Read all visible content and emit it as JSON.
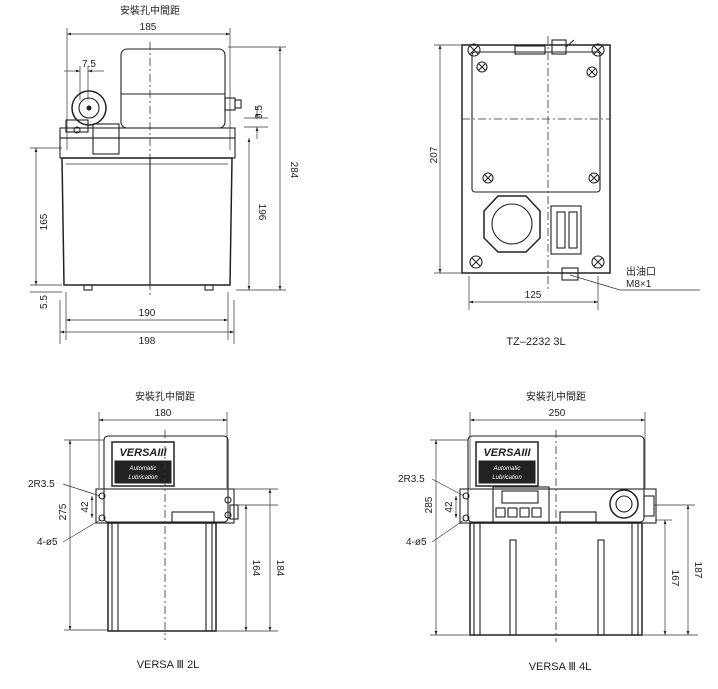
{
  "drawing_1": {
    "top_label": "安裝孔中間距",
    "dims": {
      "top_width": "185",
      "offset_left": "7.5",
      "offset_right": "9.5",
      "height_total": "284",
      "height_tank": "196",
      "height_left": "165",
      "foot_height": "5.5",
      "base_inner": "190",
      "base_outer": "198"
    }
  },
  "drawing_2": {
    "dims": {
      "height": "207",
      "width": "125"
    },
    "outlet_label": "出油口",
    "outlet_spec": "M8×1",
    "caption": "TZ–2232 3L"
  },
  "drawing_3": {
    "top_label": "安裝孔中間距",
    "dims": {
      "width": "180",
      "radius": "2R3.5",
      "side_left": "275",
      "hole_spacing": "42",
      "holes": "4-ø5",
      "height_tank": "164",
      "height_total": "184"
    },
    "brand": "VERSAIII",
    "label_line1": "Automatic",
    "label_line2": "Lubrication",
    "caption": "VERSA Ⅲ 2L"
  },
  "drawing_4": {
    "top_label": "安裝孔中間距",
    "dims": {
      "width": "250",
      "radius": "2R3.5",
      "side_left": "285",
      "hole_spacing": "42",
      "holes": "4-ø5",
      "height_tank": "167",
      "height_total": "187"
    },
    "brand": "VERSAIII",
    "label_line1": "Automatic",
    "label_line2": "Lubrication",
    "caption": "VERSA Ⅲ 4L"
  }
}
